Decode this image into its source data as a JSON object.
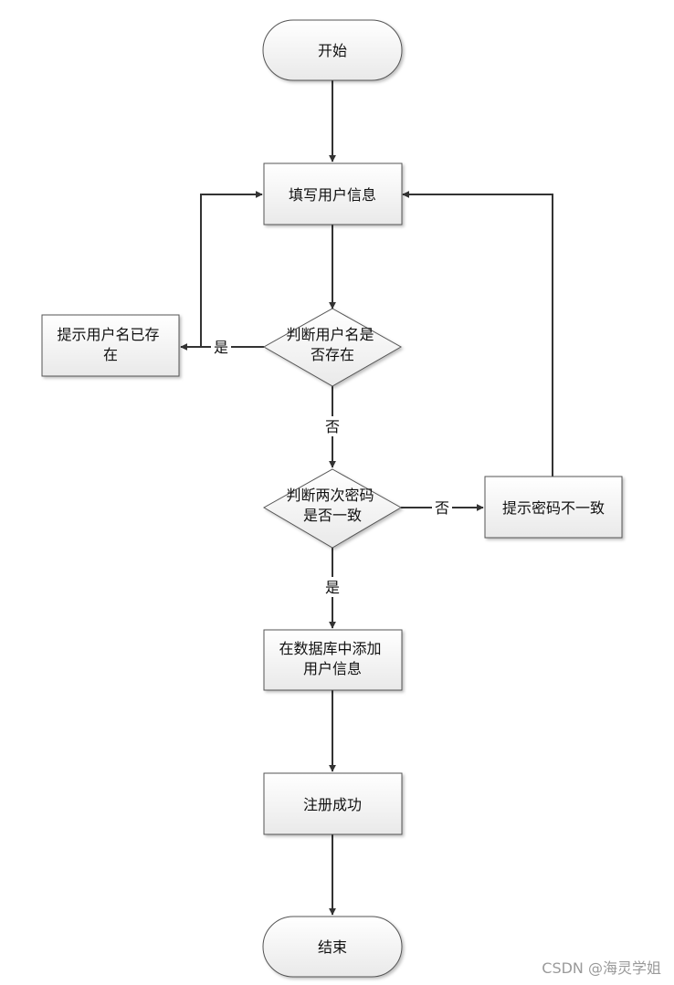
{
  "nodes": {
    "start": {
      "lines": [
        "开始"
      ]
    },
    "fill_info": {
      "lines": [
        "填写用户信息"
      ]
    },
    "check_username": {
      "lines": [
        "判断用户名是",
        "否存在"
      ]
    },
    "username_exists": {
      "lines": [
        "提示用户名已存",
        "在"
      ]
    },
    "check_password": {
      "lines": [
        "判断两次密码",
        "是否一致"
      ]
    },
    "password_mismatch": {
      "lines": [
        "提示密码不一致"
      ]
    },
    "add_to_db": {
      "lines": [
        "在数据库中添加",
        "用户信息"
      ]
    },
    "register_success": {
      "lines": [
        "注册成功"
      ]
    },
    "end": {
      "lines": [
        "结束"
      ]
    }
  },
  "edges": {
    "exists_yes": "是",
    "exists_no": "否",
    "match_no": "否",
    "match_yes": "是"
  },
  "watermark": "CSDN @海灵学姐"
}
